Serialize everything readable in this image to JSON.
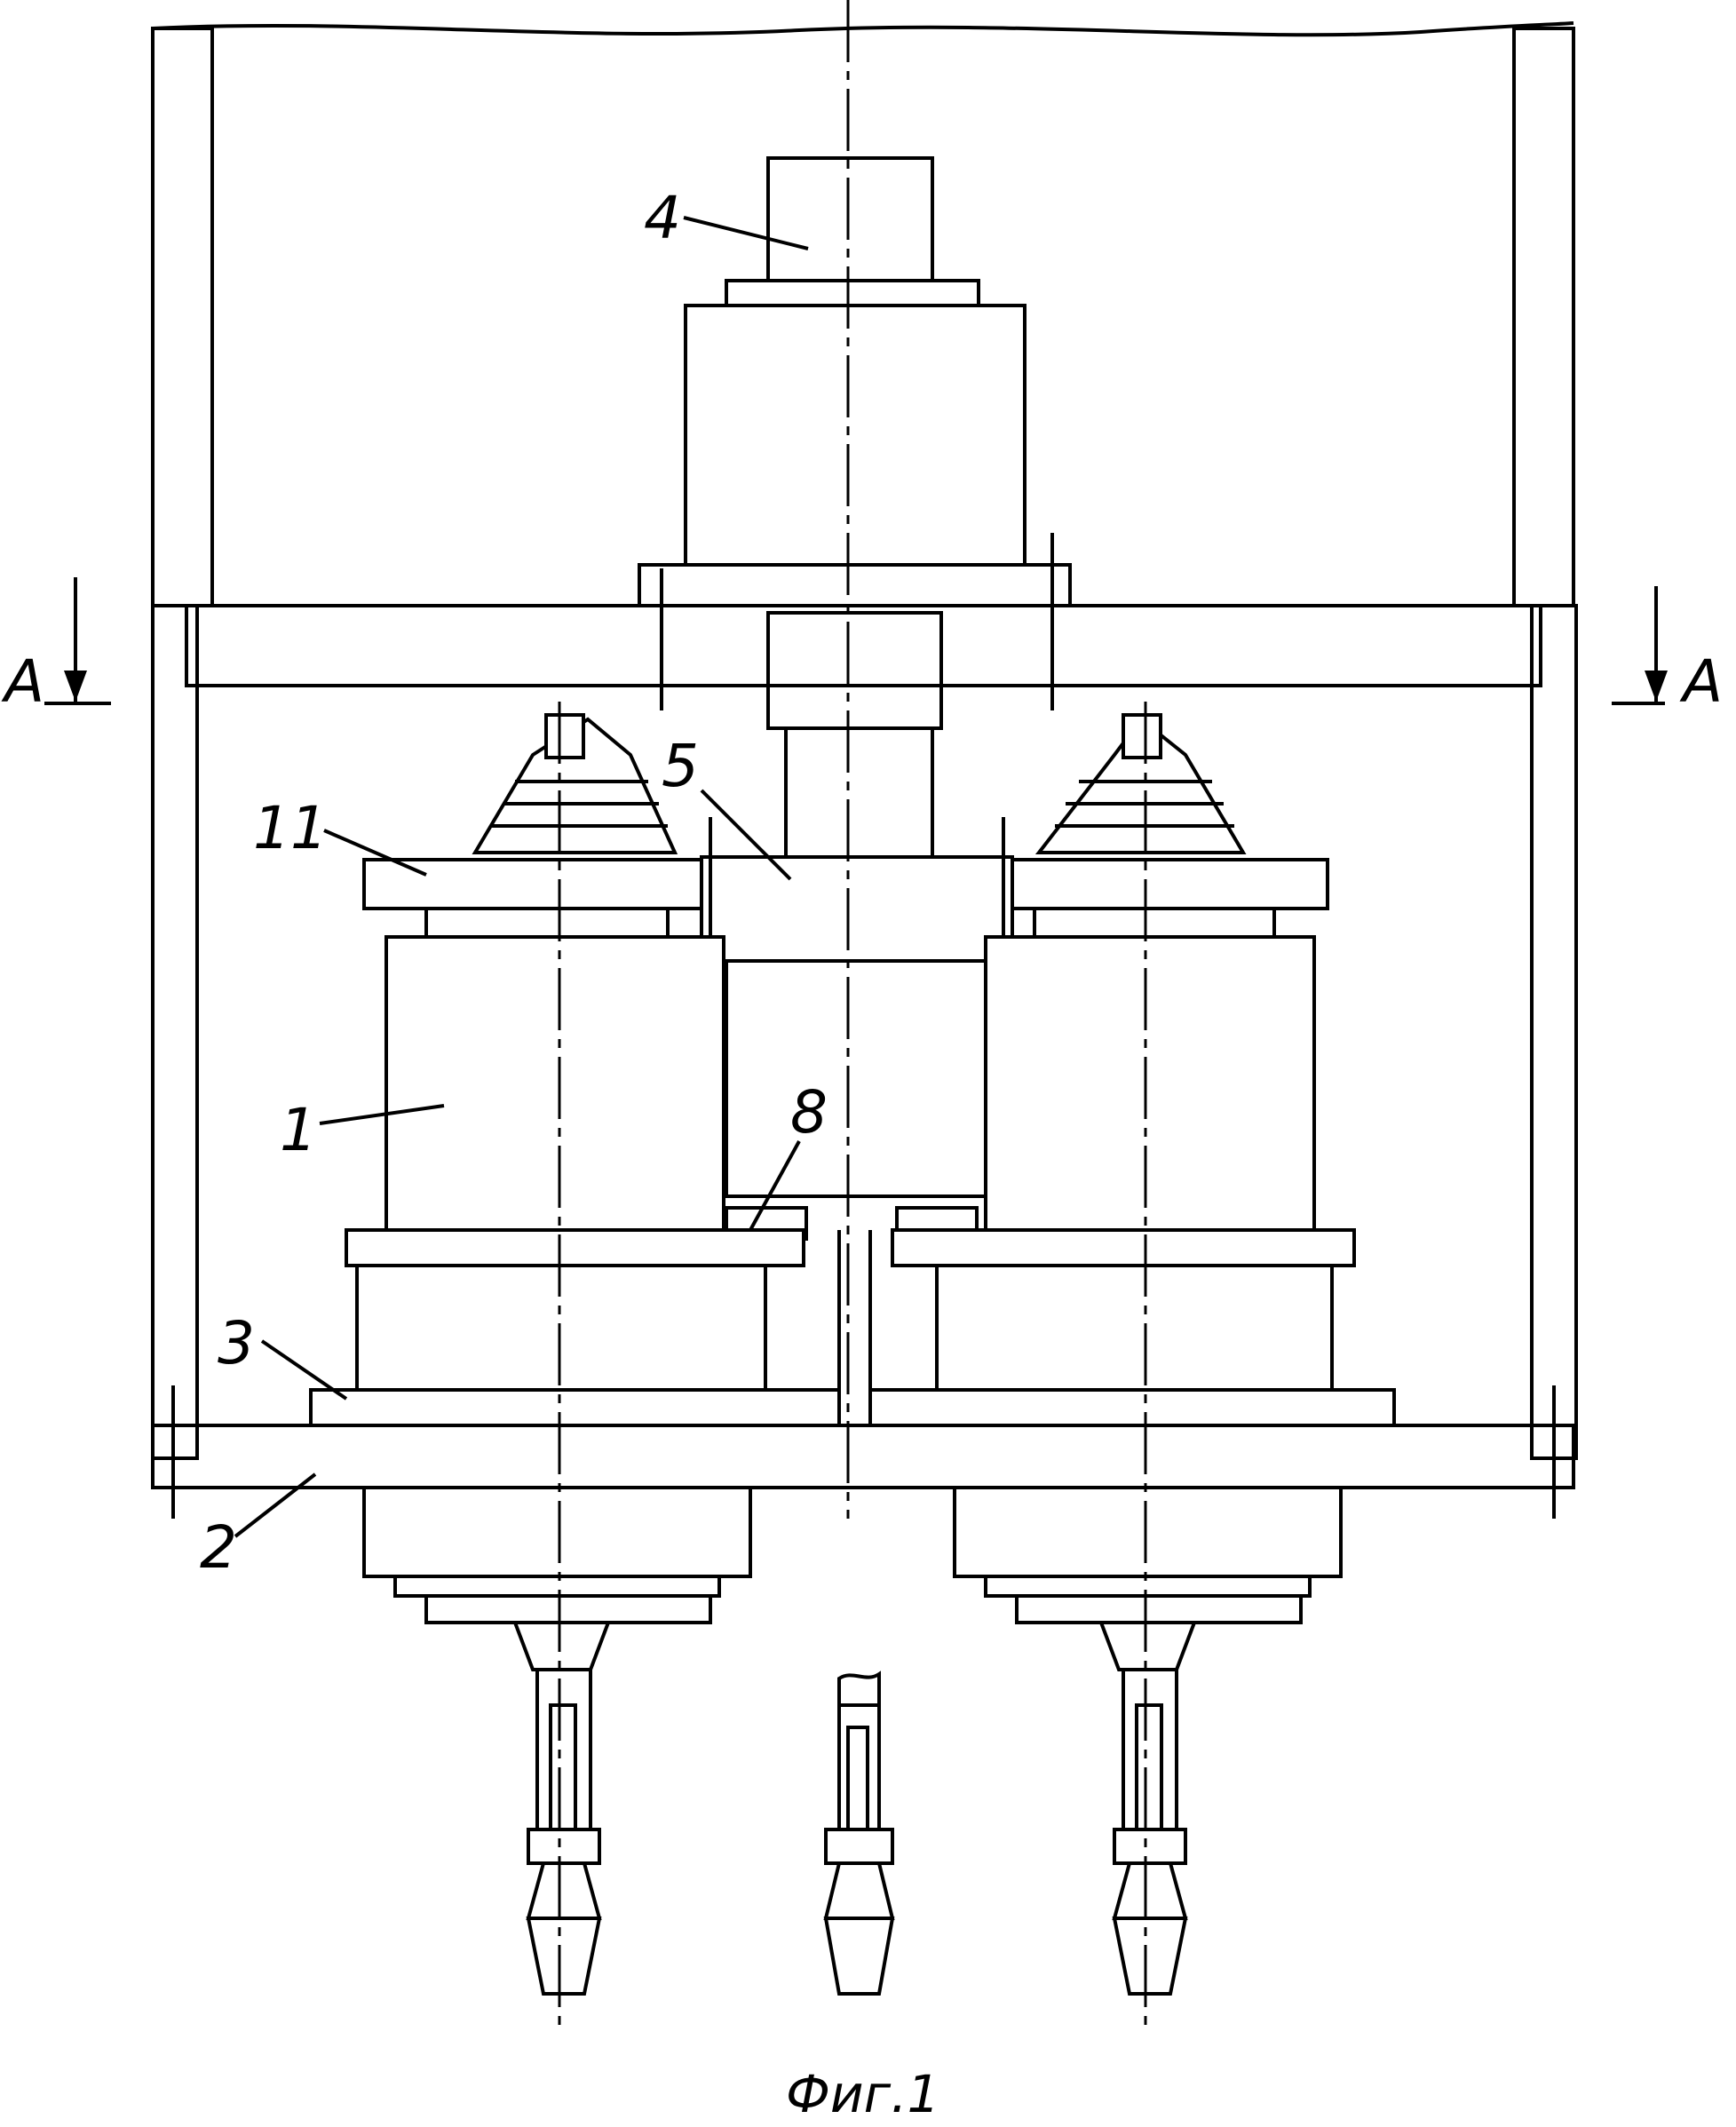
{
  "labels": {
    "part_1": "1",
    "part_2": "2",
    "part_3": "3",
    "part_4": "4",
    "part_5": "5",
    "part_8": "8",
    "part_11": "11"
  },
  "section": {
    "left": "A",
    "right": "A"
  },
  "caption": "Фиг.1"
}
